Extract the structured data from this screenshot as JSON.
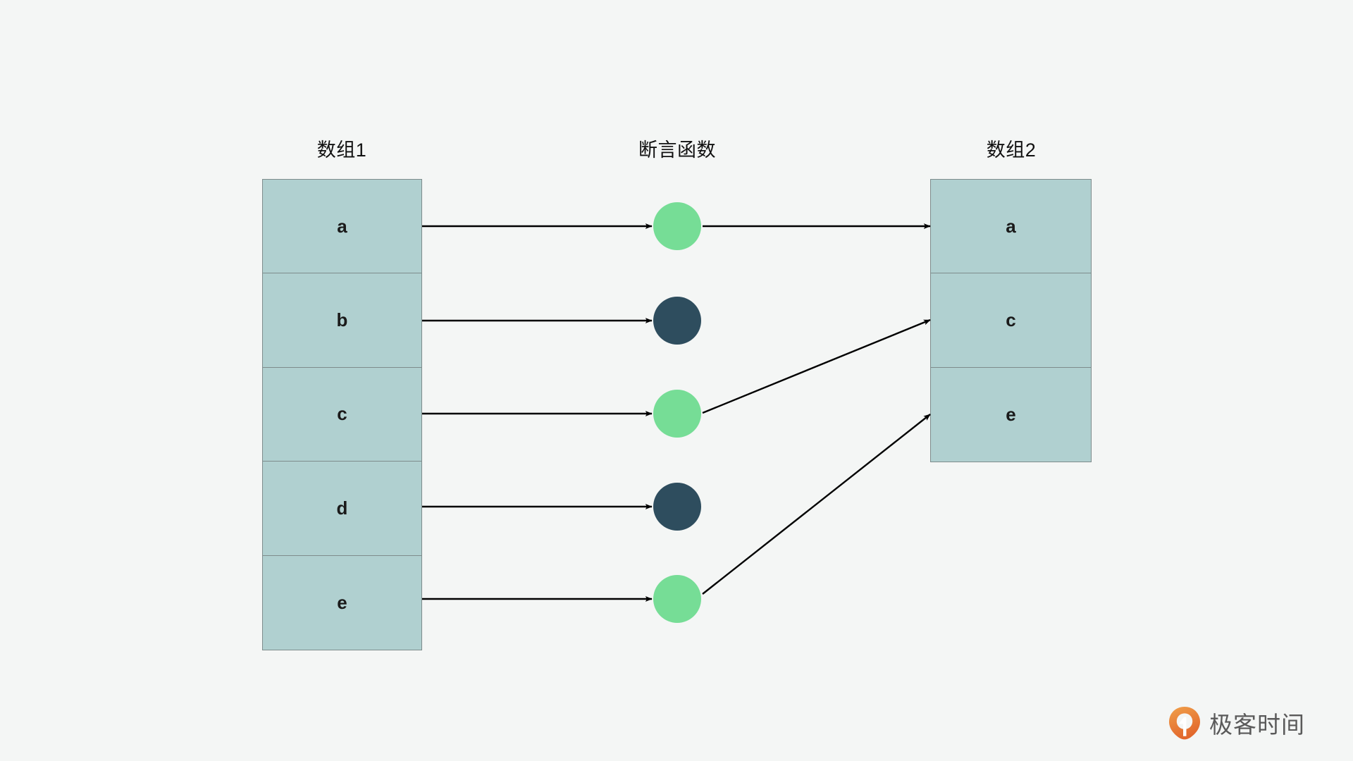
{
  "diagram": {
    "background_color": "#f4f6f5",
    "titles": {
      "array1": "数组1",
      "predicate": "断言函数",
      "array2": "数组2"
    },
    "array1": {
      "name": "数组1",
      "fill_color": "#b0d0d0",
      "border_color": "#7e8c8c",
      "cells": [
        {
          "value": "a"
        },
        {
          "value": "b"
        },
        {
          "value": "c"
        },
        {
          "value": "d"
        },
        {
          "value": "e"
        }
      ]
    },
    "array2": {
      "name": "数组2",
      "fill_color": "#b0d0d0",
      "border_color": "#7e8c8c",
      "cells": [
        {
          "value": "a"
        },
        {
          "value": "c"
        },
        {
          "value": "e"
        }
      ]
    },
    "predicate_nodes": [
      {
        "source": "a",
        "result": "pass",
        "color": "#76dd96"
      },
      {
        "source": "b",
        "result": "fail",
        "color": "#2e4d5e"
      },
      {
        "source": "c",
        "result": "pass",
        "color": "#76dd96"
      },
      {
        "source": "d",
        "result": "fail",
        "color": "#2e4d5e"
      },
      {
        "source": "e",
        "result": "pass",
        "color": "#76dd96"
      }
    ],
    "edges": [
      {
        "from": "array1.a",
        "to": "predicate.a"
      },
      {
        "from": "array1.b",
        "to": "predicate.b"
      },
      {
        "from": "array1.c",
        "to": "predicate.c"
      },
      {
        "from": "array1.d",
        "to": "predicate.d"
      },
      {
        "from": "array1.e",
        "to": "predicate.e"
      },
      {
        "from": "predicate.a",
        "to": "array2.a"
      },
      {
        "from": "predicate.c",
        "to": "array2.c"
      },
      {
        "from": "predicate.e",
        "to": "array2.e"
      }
    ],
    "arrow_color": "#000000"
  },
  "logo": {
    "text": "极客时间",
    "mark_color_start": "#f0a04a",
    "mark_color_end": "#e2672c",
    "text_color": "#5a5a5a"
  }
}
